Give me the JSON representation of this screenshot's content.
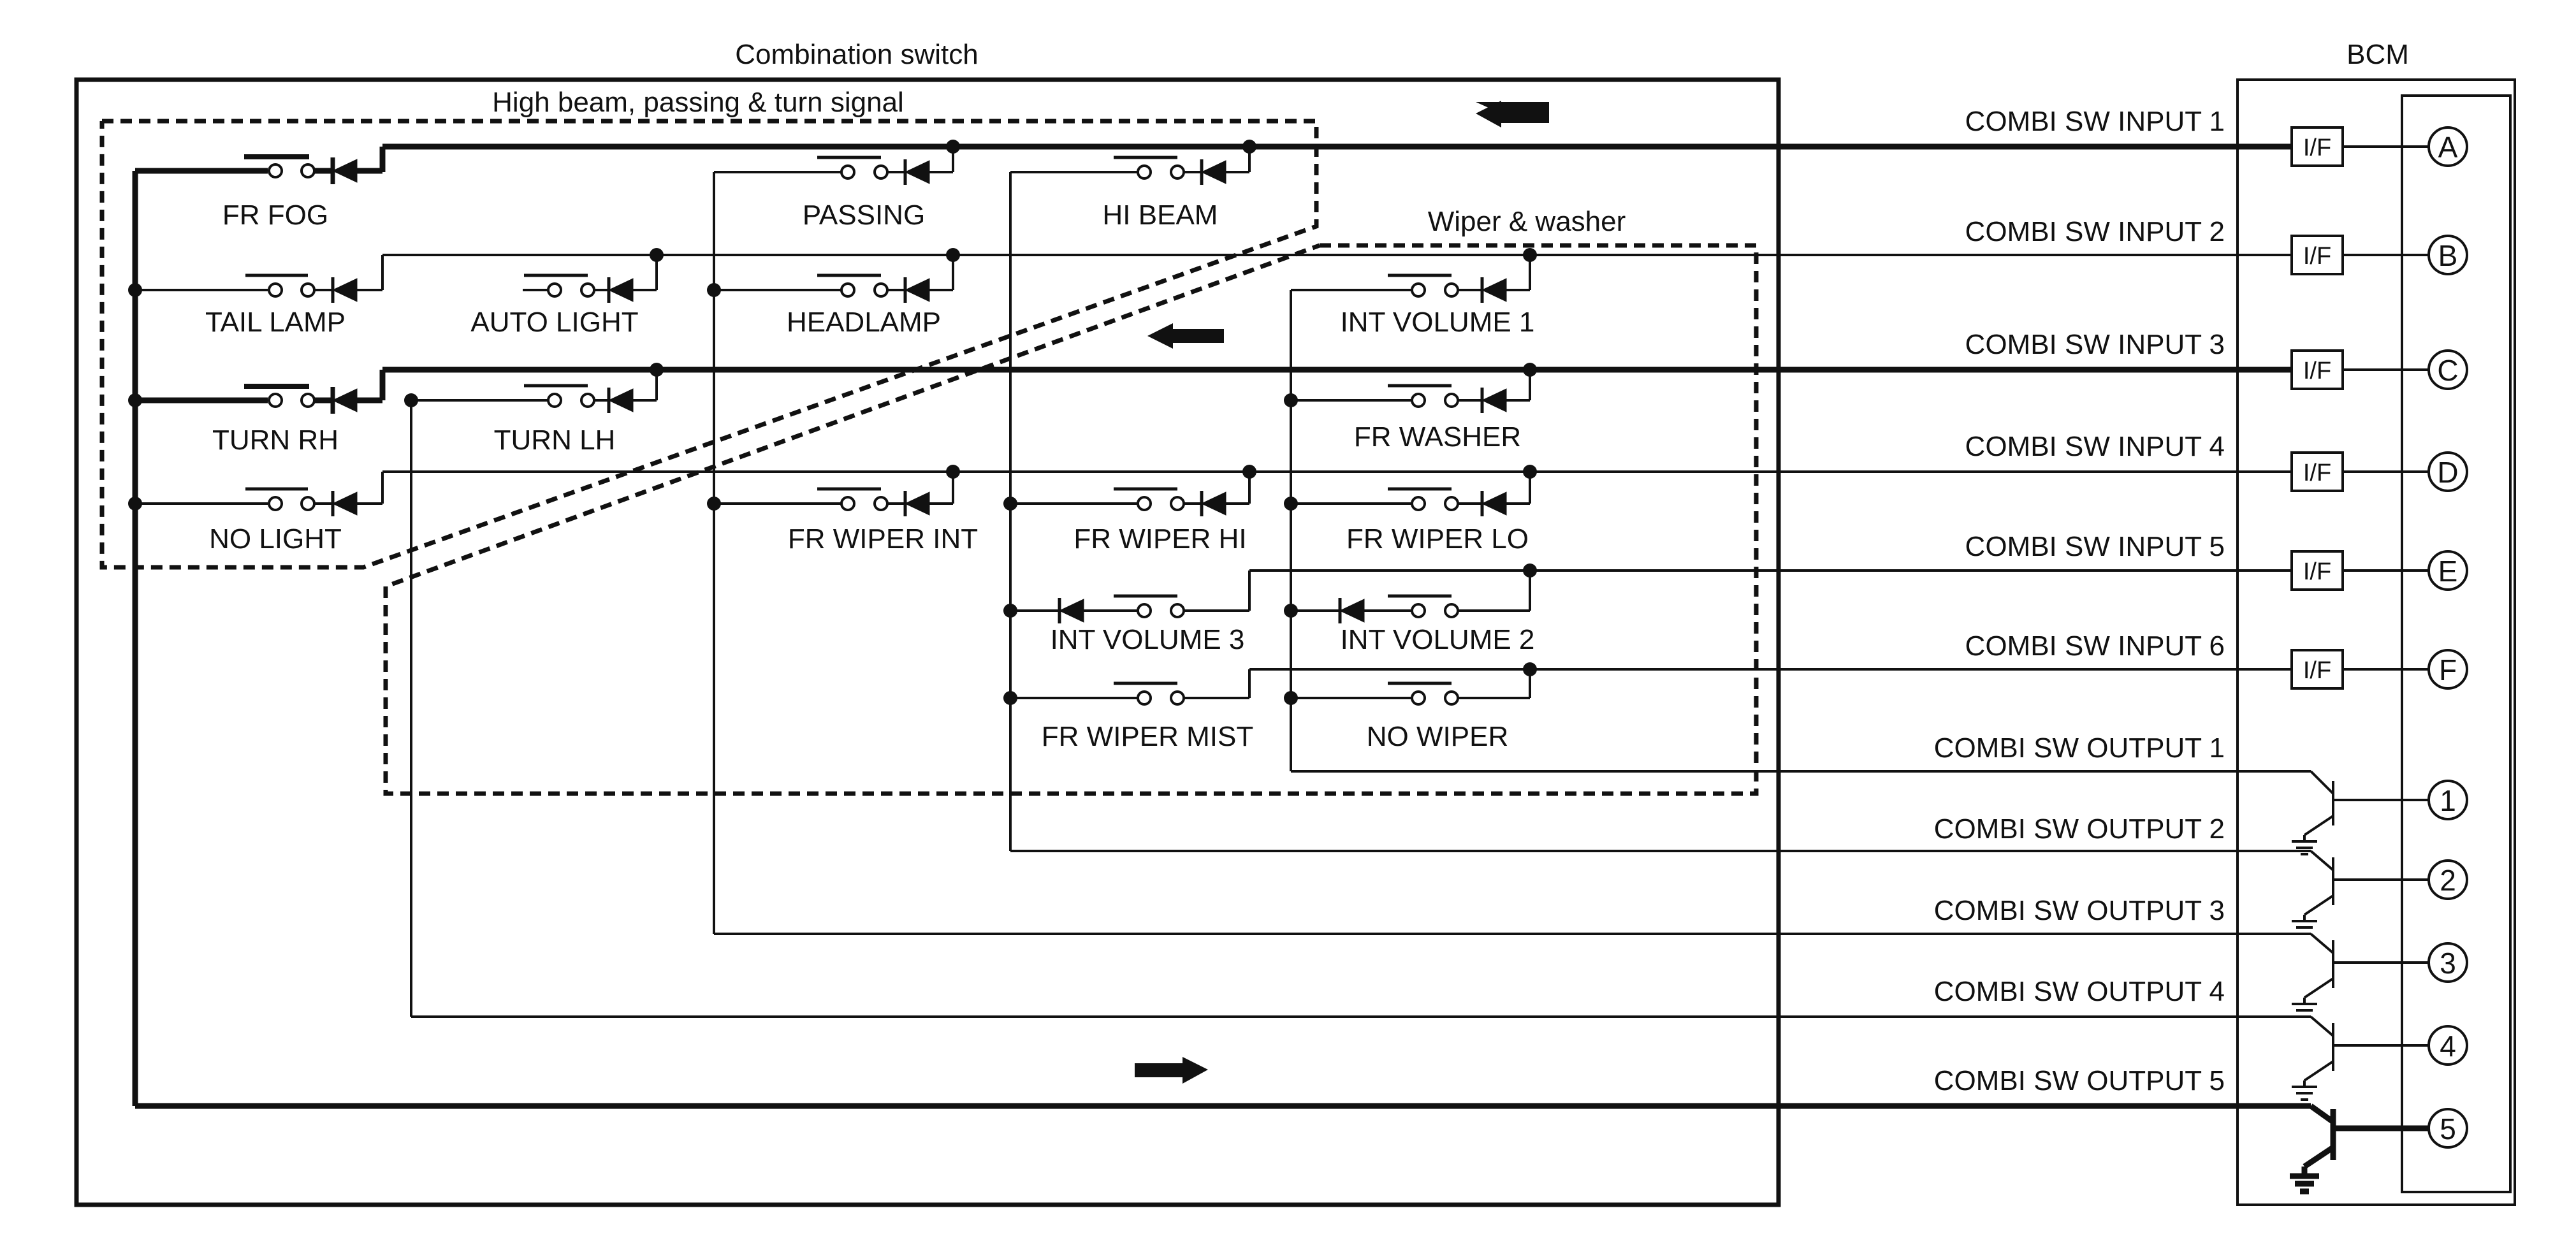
{
  "titles": {
    "combination_switch": "Combination switch",
    "bcm": "BCM",
    "group_high_beam": "High beam, passing & turn signal",
    "group_wiper": "Wiper & washer"
  },
  "switches": {
    "fr_fog": "FR FOG",
    "tail_lamp": "TAIL LAMP",
    "turn_rh": "TURN RH",
    "no_light": "NO LIGHT",
    "auto_light": "AUTO LIGHT",
    "turn_lh": "TURN LH",
    "passing": "PASSING",
    "headlamp": "HEADLAMP",
    "fr_wiper_int": "FR WIPER INT",
    "hi_beam": "HI BEAM",
    "fr_wiper_hi": "FR WIPER HI",
    "int_volume_3": "INT VOLUME 3",
    "fr_wiper_mist": "FR WIPER MIST",
    "int_volume_1": "INT VOLUME 1",
    "fr_washer": "FR WASHER",
    "fr_wiper_lo": "FR WIPER LO",
    "int_volume_2": "INT VOLUME 2",
    "no_wiper": "NO WIPER"
  },
  "signals": {
    "in1": "COMBI SW INPUT 1",
    "in2": "COMBI SW INPUT 2",
    "in3": "COMBI SW INPUT 3",
    "in4": "COMBI SW INPUT 4",
    "in5": "COMBI SW INPUT 5",
    "in6": "COMBI SW INPUT 6",
    "out1": "COMBI SW OUTPUT 1",
    "out2": "COMBI SW OUTPUT 2",
    "out3": "COMBI SW OUTPUT 3",
    "out4": "COMBI SW OUTPUT 4",
    "out5": "COMBI SW OUTPUT 5"
  },
  "interface_label": "I/F",
  "pins": {
    "a": "A",
    "b": "B",
    "c": "C",
    "d": "D",
    "e": "E",
    "f": "F",
    "p1": "1",
    "p2": "2",
    "p3": "3",
    "p4": "4",
    "p5": "5"
  }
}
